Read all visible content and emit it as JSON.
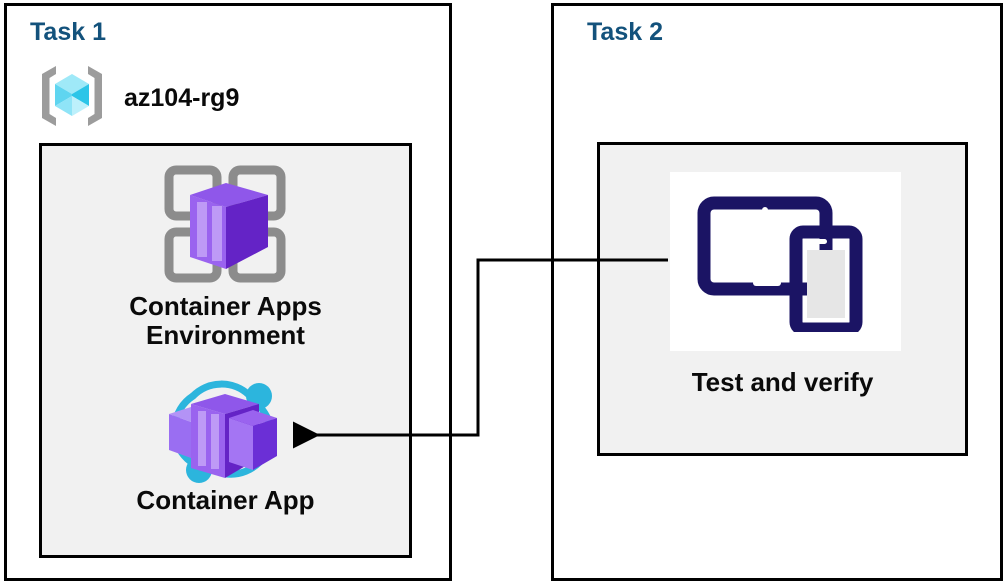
{
  "diagram": {
    "title": "Azure Container Apps task diagram",
    "background": "#ffffff",
    "colors": {
      "task_heading": "#13527c",
      "panel_border": "#000000",
      "inner_panel_fill": "#f1f1f1",
      "body_text": "#0a0a0a",
      "container_purple_light": "#a06ef0",
      "container_purple_dark": "#6b2fd6",
      "accent_cyan": "#32b6da",
      "resource_group_cyan": "#5ad9f5",
      "bracket_gray": "#9c9c9c",
      "grid_gray": "#8c8c8c",
      "device_navy": "#1b1464",
      "connector": "#000000"
    }
  },
  "tasks": [
    {
      "id": "task1",
      "title": "Task 1",
      "resource_group": {
        "icon": "resource-group-icon",
        "label": "az104-rg9"
      },
      "services": [
        {
          "id": "container-apps-environment",
          "icon": "container-apps-environment-icon",
          "label": "Container Apps\nEnvironment"
        },
        {
          "id": "container-app",
          "icon": "container-app-icon",
          "label": "Container App"
        }
      ]
    },
    {
      "id": "task2",
      "title": "Task 2",
      "item": {
        "id": "test-and-verify",
        "icon": "devices-tablet-phone-icon",
        "label": "Test and verify"
      }
    }
  ],
  "connector": {
    "name": "test-to-container-app-arrow",
    "from": "test-and-verify",
    "to": "container-app",
    "direction": "left",
    "style": "orthogonal-elbow",
    "arrowhead": "filled-triangle"
  }
}
